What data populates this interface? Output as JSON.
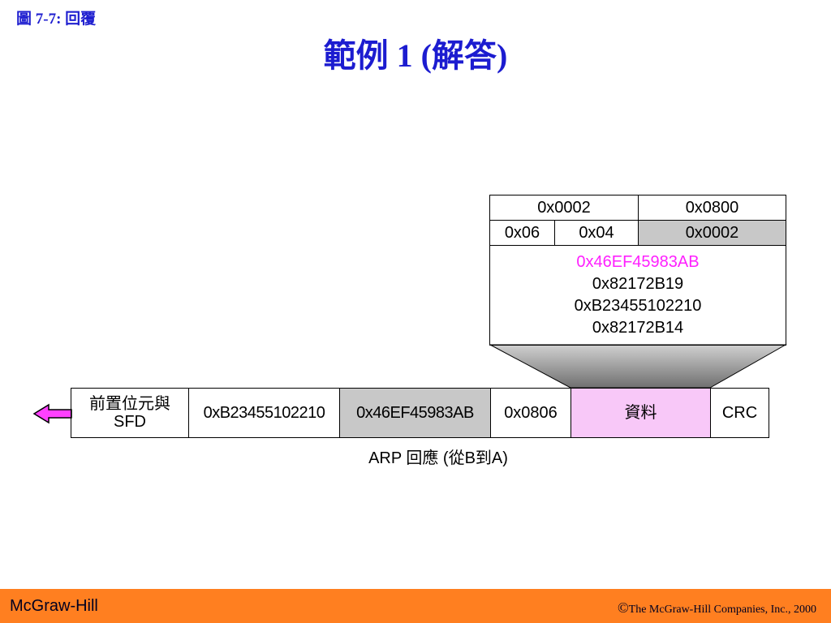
{
  "header": {
    "figure_caption": "圖 7-7: 回覆",
    "title": "範例 1 (解答)"
  },
  "arp_packet": {
    "row1": {
      "left": "0x0002",
      "right": "0x0800"
    },
    "row2": {
      "a": "0x06",
      "b": "0x04",
      "c": "0x0002"
    },
    "addresses": [
      "0x46EF45983AB",
      "0x82172B19",
      "0xB23455102210",
      "0x82172B14"
    ]
  },
  "frame": {
    "preamble": "前置位元與 SFD",
    "dest": "0xB23455102210",
    "src": "0x46EF45983AB",
    "type": "0x0806",
    "data": "資料",
    "crc": "CRC"
  },
  "frame_label": "ARP 回應  (從B到A)",
  "footer": {
    "brand": "McGraw-Hill",
    "copyright_symbol": "©",
    "copyright_text": "The McGraw-Hill Companies, Inc., 2000"
  },
  "colors": {
    "title": "#1c1cd0",
    "footer_bg": "#ff7f20",
    "highlight": "#ff20ff",
    "data_fill": "#f8c8f8",
    "gray_fill": "#c8c8c8"
  }
}
